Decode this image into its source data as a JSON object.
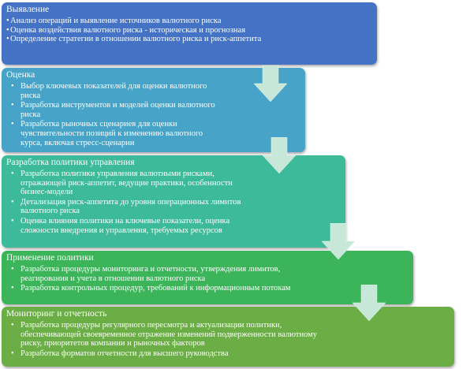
{
  "stages": [
    {
      "title": "Выявление",
      "color": "#4472c4",
      "items": [
        "Анализ операций и выявление источников валютного риска",
        "Оценка воздействия валютного риска - историческая и прогнозная",
        "Определение стратегии в отношении валютного риска и риск-аппетита"
      ]
    },
    {
      "title": "Оценка",
      "color": "#47a3c7",
      "items": [
        "Выбор ключевых показателей для оценки валютного риска",
        "Разработка инструментов и моделей оценки валютного риска",
        "Разработка рыночных сценариев для оценки чувствительности позиций к изменению валютного курса, включая стресс-сценарии"
      ]
    },
    {
      "title": "Разработка политики управления",
      "color": "#3dba9a",
      "items": [
        "Разработка политики управления валютными рисками, отражающей риск-аппетит, ведущие практики, особенности бизнес-модели",
        "Детализация риск-аппетита до уровня операционных лимитов валютного риска",
        "Оценка влияния политики на ключевые показатели, оценка сложности внедрения и управления, требуемых ресурсов"
      ]
    },
    {
      "title": "Применение политики",
      "color": "#3cb459",
      "items": [
        "Разработка процедуры мониторинга и отчетности, утверждения лимитов, реагирования и учета в отношении валютного риска",
        "Разработка контрольных процедур, требований к информационным потокам"
      ]
    },
    {
      "title": "Мониторинг и отчетность",
      "color": "#6aae45",
      "items": [
        "Разработка процедуры регулярного пересмотра и актуализации политики, обеспечивающей своевременное отражение изменений подверженности валютному риску, приоритетов компании и рыночных факторов",
        "Разработка форматов отчетности для высшего руководства"
      ]
    }
  ]
}
